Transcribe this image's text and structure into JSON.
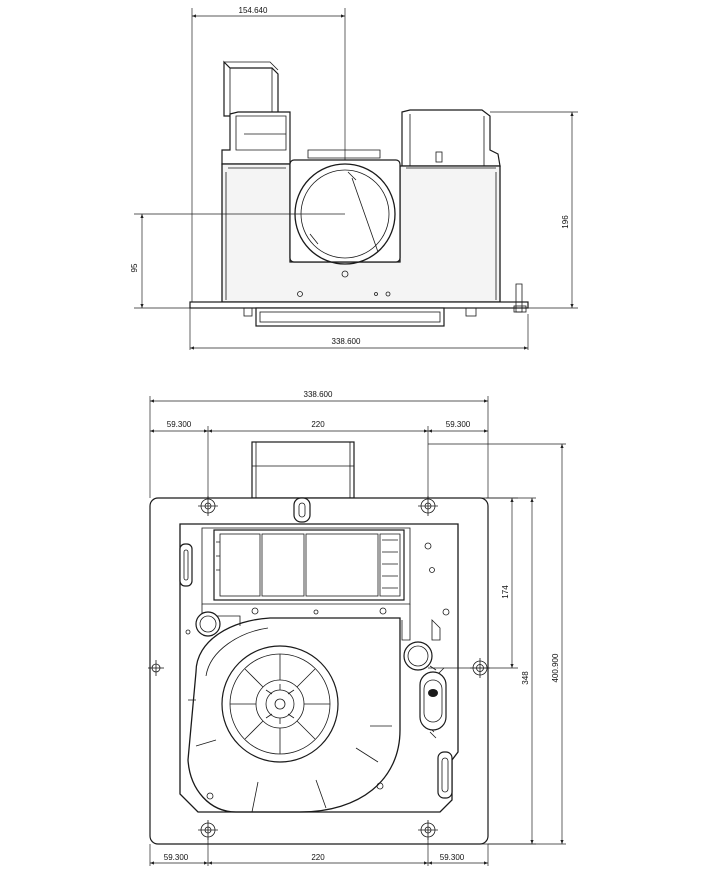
{
  "side_view": {
    "dim_top": "154.640",
    "dim_height": "196",
    "dim_center": "95",
    "dim_width": "338.600"
  },
  "bottom_view": {
    "dim_top_total": "338.600",
    "dim_top_left": "59.300",
    "dim_top_mid": "220",
    "dim_top_right": "59.300",
    "dim_right_inner": "174",
    "dim_right_mid": "348",
    "dim_right_total": "400.900",
    "dim_bottom_left": "59.300",
    "dim_bottom_mid": "220",
    "dim_bottom_right": "59.300"
  }
}
